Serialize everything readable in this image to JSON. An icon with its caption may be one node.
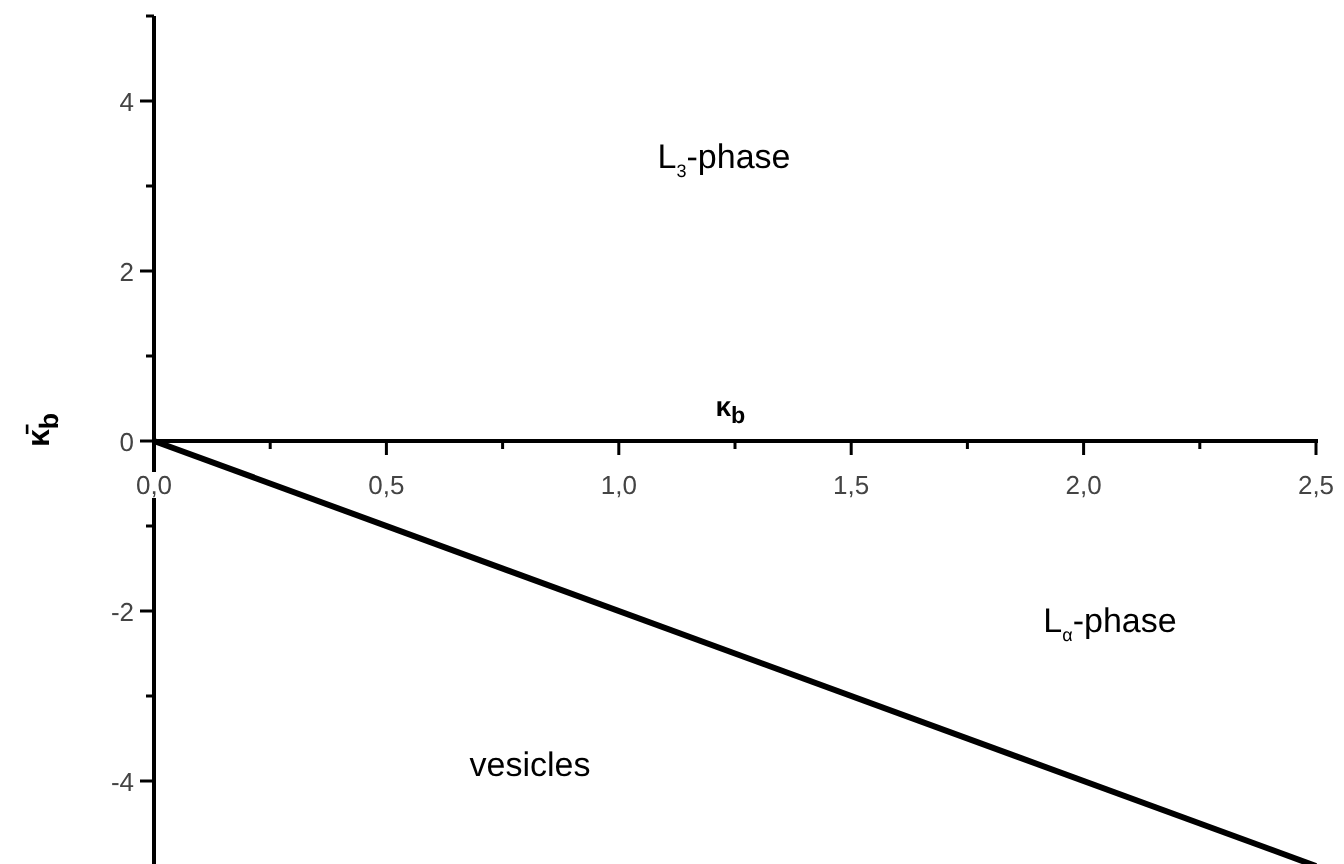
{
  "diagram": {
    "chart_data": {
      "type": "line",
      "xlabel": "κ$_{b}$",
      "ylabel": "κ̄$_{b}$",
      "x": [
        0,
        2.5
      ],
      "series": [
        {
          "color": "#000000",
          "values": [
            0,
            -5
          ]
        }
      ],
      "xlim": [
        0,
        2.5
      ],
      "ylim": [
        -5,
        5
      ],
      "xticks": [
        {
          "value": 0,
          "label": "0,0"
        },
        {
          "value": 0.5,
          "label": "0,5"
        },
        {
          "value": 1,
          "label": "1,0"
        },
        {
          "value": 1.5,
          "label": "1,5"
        },
        {
          "value": 2,
          "label": "2,0"
        },
        {
          "value": 2.5,
          "label": "2,5"
        }
      ],
      "yticks": [
        4,
        2,
        0,
        -2,
        -4
      ],
      "annotations": [
        "L$_{3}$-phase",
        "L$_{α}$-phase",
        "vesicles"
      ]
    }
  }
}
